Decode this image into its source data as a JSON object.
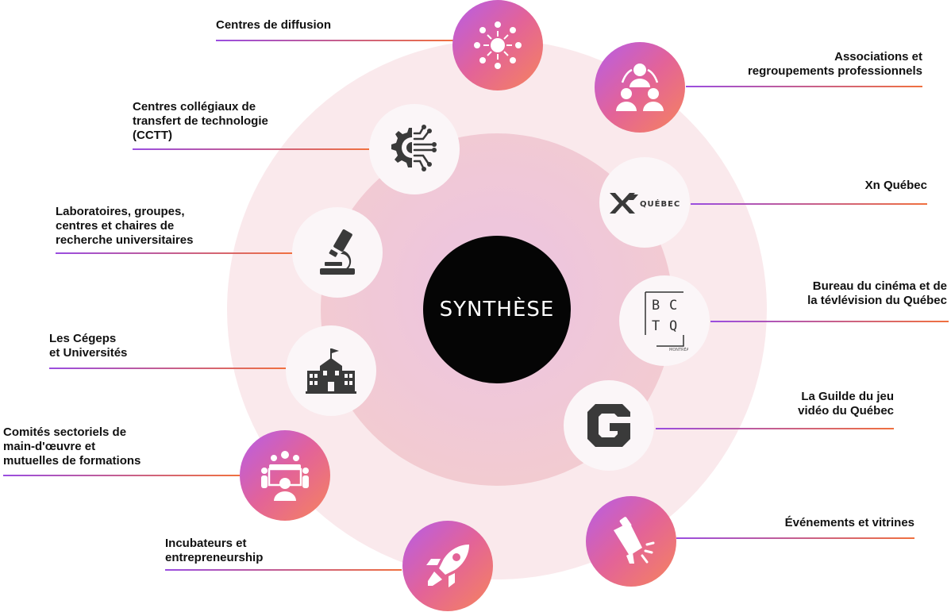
{
  "center": {
    "label": "SYNTHÈSE"
  },
  "colors": {
    "gradient_start": "#b65de8",
    "gradient_mid": "#e36398",
    "gradient_end": "#f6845c",
    "center_fill": "#050505",
    "outer_ring": "#f8e6ea",
    "inner_ring": "#eec8de"
  },
  "nodes": [
    {
      "label": "Centres de diffusion",
      "icon": "network-hub-icon",
      "style": "gradient"
    },
    {
      "label": "Associations et\nregroupements professionnels",
      "icon": "people-group-icon",
      "style": "gradient"
    },
    {
      "label": "Centres collégiaux de\ntransfert de technologie\n(CCTT)",
      "icon": "gear-circuit-icon",
      "style": "white"
    },
    {
      "label": "Xn Québec",
      "icon": "xn-quebec-logo",
      "style": "white",
      "logo_text": "QUÉBEC"
    },
    {
      "label": "Laboratoires, groupes,\ncentres et chaires de\nrecherche universitaires",
      "icon": "microscope-icon",
      "style": "white"
    },
    {
      "label": "Bureau du cinéma et de\nla tévlévision du Québec",
      "icon": "bctq-logo",
      "style": "white",
      "logo_letters": [
        "B",
        "C",
        "T",
        "Q"
      ],
      "logo_small_text": "MONTRÉAL"
    },
    {
      "label": "Les Cégeps\net Universités",
      "icon": "school-building-icon",
      "style": "white"
    },
    {
      "label": "La Guilde du jeu\nvidéo du Québec",
      "icon": "guilde-g-logo",
      "style": "white"
    },
    {
      "label": "Comités sectoriels de\nmain-d'œuvre et\nmutuelles de formations",
      "icon": "meeting-table-icon",
      "style": "gradient"
    },
    {
      "label": "Événements et vitrines",
      "icon": "spotlight-icon",
      "style": "gradient"
    },
    {
      "label": "Incubateurs et\nentrepreneurship",
      "icon": "rocket-icon",
      "style": "gradient"
    }
  ]
}
